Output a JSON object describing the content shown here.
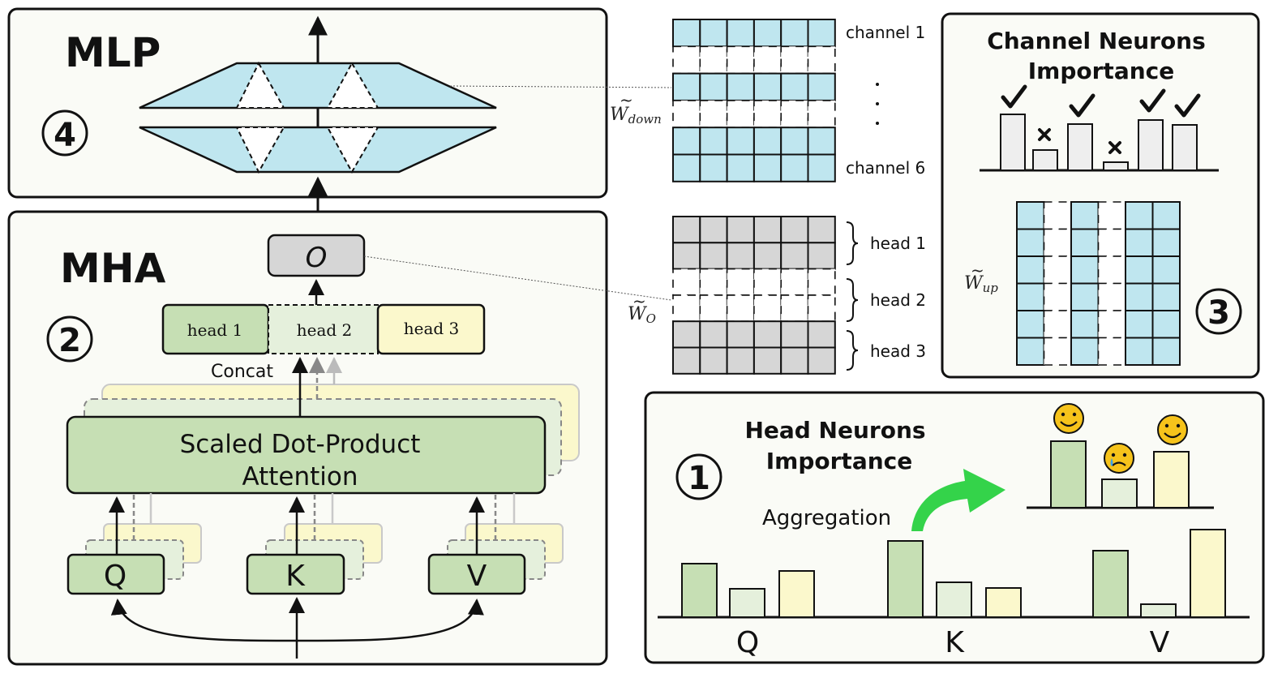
{
  "panels": {
    "mlp": {
      "title": "MLP",
      "number": "④"
    },
    "mha": {
      "title": "MHA",
      "number": "②"
    },
    "channel_importance": {
      "title_line1": "Channel Neurons",
      "title_line2": "Importance",
      "number": "③"
    },
    "head_importance": {
      "title_line1": "Head Neurons",
      "title_line2": "Importance",
      "number": "①",
      "aggregation_label": "Aggregation"
    }
  },
  "mha": {
    "output_label": "O",
    "heads": [
      "head 1",
      "head 2",
      "head 3"
    ],
    "concat_label": "Concat",
    "attention_line1": "Scaled Dot-Product",
    "attention_line2": "Attention",
    "inputs": [
      "Q",
      "K",
      "V"
    ]
  },
  "weights": {
    "w_down_label": "W̃down",
    "w_o_label": "W̃O",
    "w_up_label": "W̃up",
    "channel_first": "channel 1",
    "channel_last": "channel 6",
    "head_labels": [
      "head 1",
      "head 2",
      "head 3"
    ]
  },
  "bottom_axis_labels": [
    "Q",
    "K",
    "V"
  ],
  "colors": {
    "panel_bg": "#fafbf6",
    "mlp_blue": "#bfe6ef",
    "head1_green": "#c6dfb4",
    "head2_green": "#e5f0dc",
    "head3_yellow": "#fbf8cc",
    "gray_cell": "#d6d6d6",
    "arrow_green": "#34d34a",
    "emoji_yellow": "#f6c31b"
  },
  "icons": [
    "check-icon",
    "cross-icon",
    "smiley-icon",
    "crying-face-icon",
    "curved-arrow-icon"
  ]
}
